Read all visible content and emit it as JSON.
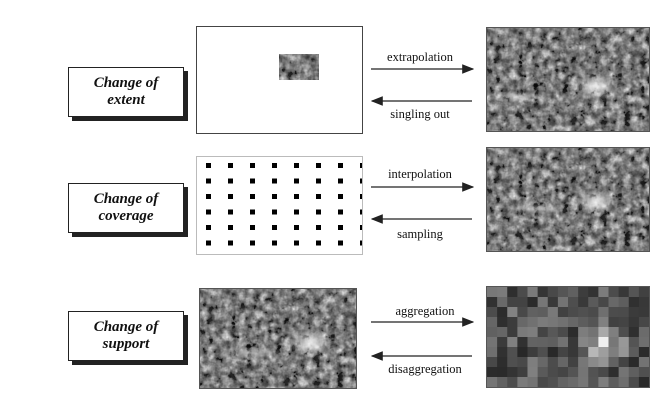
{
  "rows": [
    {
      "label": "Change of\nextent",
      "op_forward": "extrapolation",
      "op_backward": "singling out"
    },
    {
      "label": "Change of\ncoverage",
      "op_forward": "interpolation",
      "op_backward": "sampling"
    },
    {
      "label": "Change of\nsupport",
      "op_forward": "aggregation",
      "op_backward": "disaggregation"
    }
  ]
}
